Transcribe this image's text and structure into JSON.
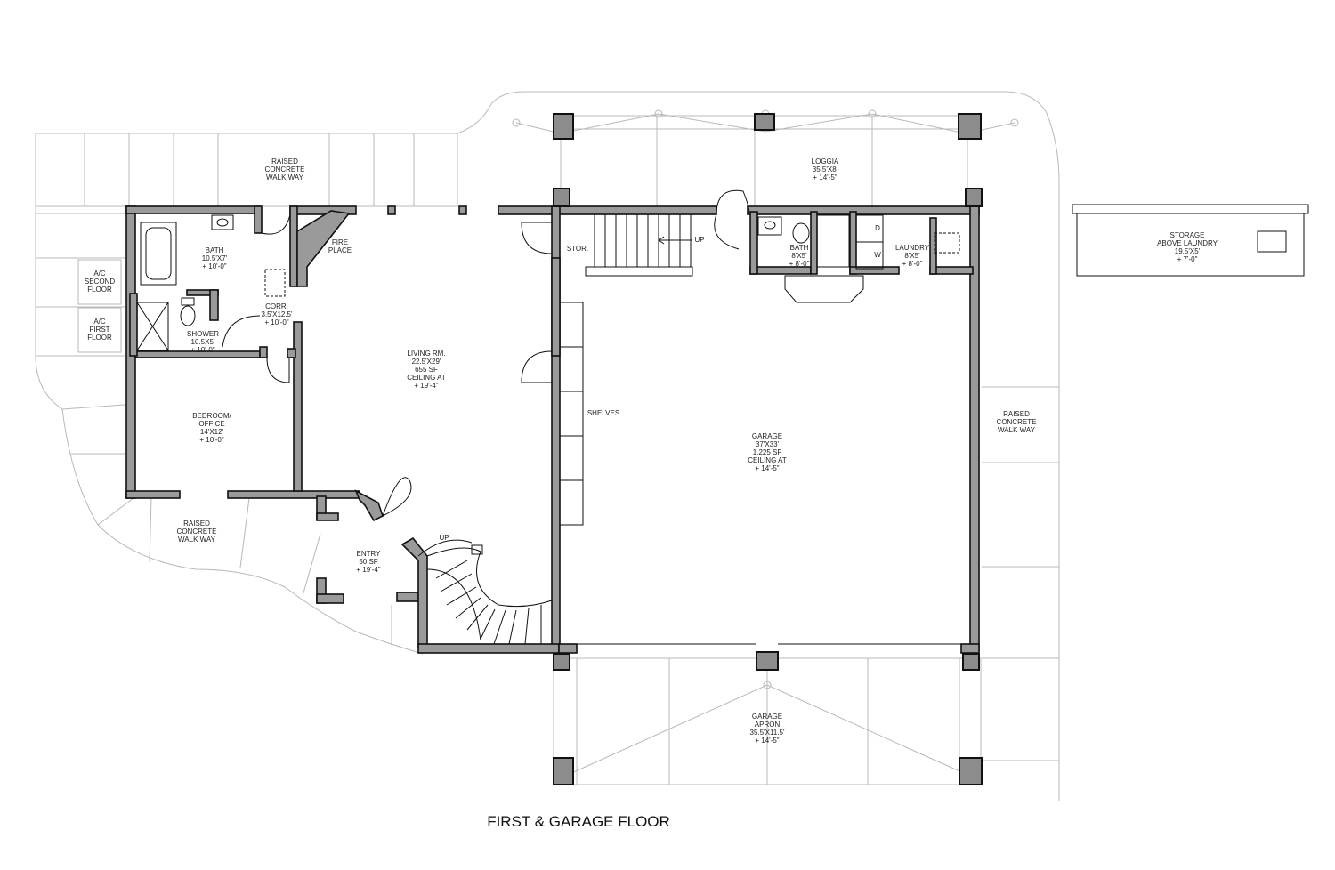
{
  "plan": {
    "title": "FIRST & GARAGE FLOOR",
    "wall_color": "#9a9a9a",
    "outline_color": "#111111"
  },
  "rooms": {
    "walkway_top": [
      "RAISED",
      "CONCRETE",
      "WALK WAY"
    ],
    "loggia": [
      "LOGGIA",
      "35.5'X8'",
      "+ 14'-5\""
    ],
    "storage": [
      "STORAGE",
      "ABOVE LAUNDRY",
      "19.5'X5'",
      "+ 7'-0\""
    ],
    "bath1": [
      "BATH",
      "10.5'X7'",
      "+ 10'-0\""
    ],
    "ac_second": [
      "A/C",
      "SECOND",
      "FLOOR"
    ],
    "ac_first": [
      "A/C",
      "FIRST",
      "FLOOR"
    ],
    "shower": [
      "SHOWER",
      "10.5X5'",
      "+ 10'-0\""
    ],
    "corr": [
      "CORR.",
      "3.5'X12.5'",
      "+ 10'-0\""
    ],
    "fireplace": [
      "FIRE",
      "PLACE"
    ],
    "stor": [
      "STOR."
    ],
    "bath2": [
      "BATH",
      "8'X5'",
      "+ 8'-0\""
    ],
    "laundry": [
      "LAUNDRY",
      "8'X5'",
      "+ 8'-0\""
    ],
    "living": [
      "LIVING RM.",
      "22.5'X29'",
      "655 SF",
      "",
      "CEILING AT",
      "+ 19'-4\""
    ],
    "shelves": [
      "SHELVES"
    ],
    "garage": [
      "GARAGE",
      "37'X33'",
      "1,225 SF",
      "",
      "CEILING AT",
      "+ 14'-5\""
    ],
    "walkway_right": [
      "RAISED",
      "CONCRETE",
      "WALK WAY"
    ],
    "bedroom": [
      "BEDROOM/",
      "OFFICE",
      "14'X12'",
      "+ 10'-0\""
    ],
    "walkway_left": [
      "RAISED",
      "CONCRETE",
      "WALK WAY"
    ],
    "entry": [
      "ENTRY",
      "50 SF",
      "+ 19'-4\""
    ],
    "apron": [
      "GARAGE",
      "APRON",
      "35.5'X11.5'",
      "+ 14'-5\""
    ],
    "stair_up_top": [
      "UP"
    ],
    "stair_up_entry": [
      "UP"
    ],
    "dryer": [
      "D"
    ],
    "washer": [
      "W"
    ]
  }
}
